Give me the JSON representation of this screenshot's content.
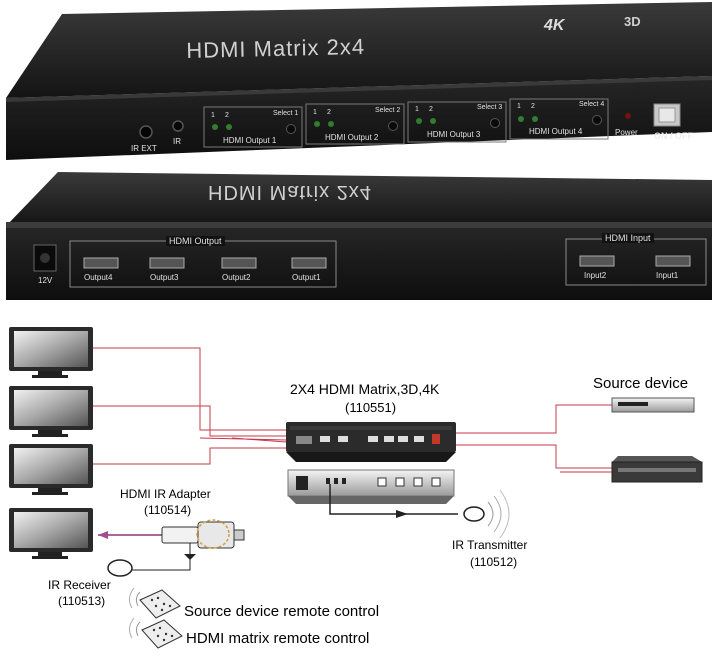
{
  "front_panel": {
    "title": "HDMI Matrix 2x4",
    "ir_ext": "IR EXT",
    "ir": "IR",
    "outputs": [
      {
        "label": "HDMI Output 1",
        "select": "Select 1",
        "ch1": "1",
        "ch2": "2"
      },
      {
        "label": "HDMI Output 2",
        "select": "Select 2",
        "ch1": "1",
        "ch2": "2"
      },
      {
        "label": "HDMI Output 3",
        "select": "Select 3",
        "ch1": "1",
        "ch2": "2"
      },
      {
        "label": "HDMI Output 4",
        "select": "Select 4",
        "ch1": "1",
        "ch2": "2"
      }
    ],
    "power": "Power",
    "on_off": "ON / OFF"
  },
  "back_panel": {
    "title": "HDMI Matrix 2x4",
    "dc": "12V",
    "output_group": "HDMI Output",
    "outputs": [
      "Output4",
      "Output3",
      "Output2",
      "Output1"
    ],
    "input_group": "HDMI Input",
    "inputs": [
      "Input2",
      "Input1"
    ]
  },
  "diagram": {
    "matrix_title": "2X4 HDMI Matrix,3D,4K",
    "matrix_code": "(110551)",
    "source_device": "Source device",
    "ir_adapter_title": "HDMI IR Adapter",
    "ir_adapter_code": "(110514)",
    "ir_transmitter_title": "IR Transmitter",
    "ir_transmitter_code": "(110512)",
    "ir_receiver_title": "IR Receiver",
    "ir_receiver_code": "(110513)",
    "remote_source": "Source device remote control",
    "remote_matrix": "HDMI matrix remote control"
  },
  "colors": {
    "device_body": "#1e1e1e",
    "cable_red": "#c8384a",
    "led_green": "#3a9a3a",
    "adapter_arrow": "#a0508a"
  }
}
